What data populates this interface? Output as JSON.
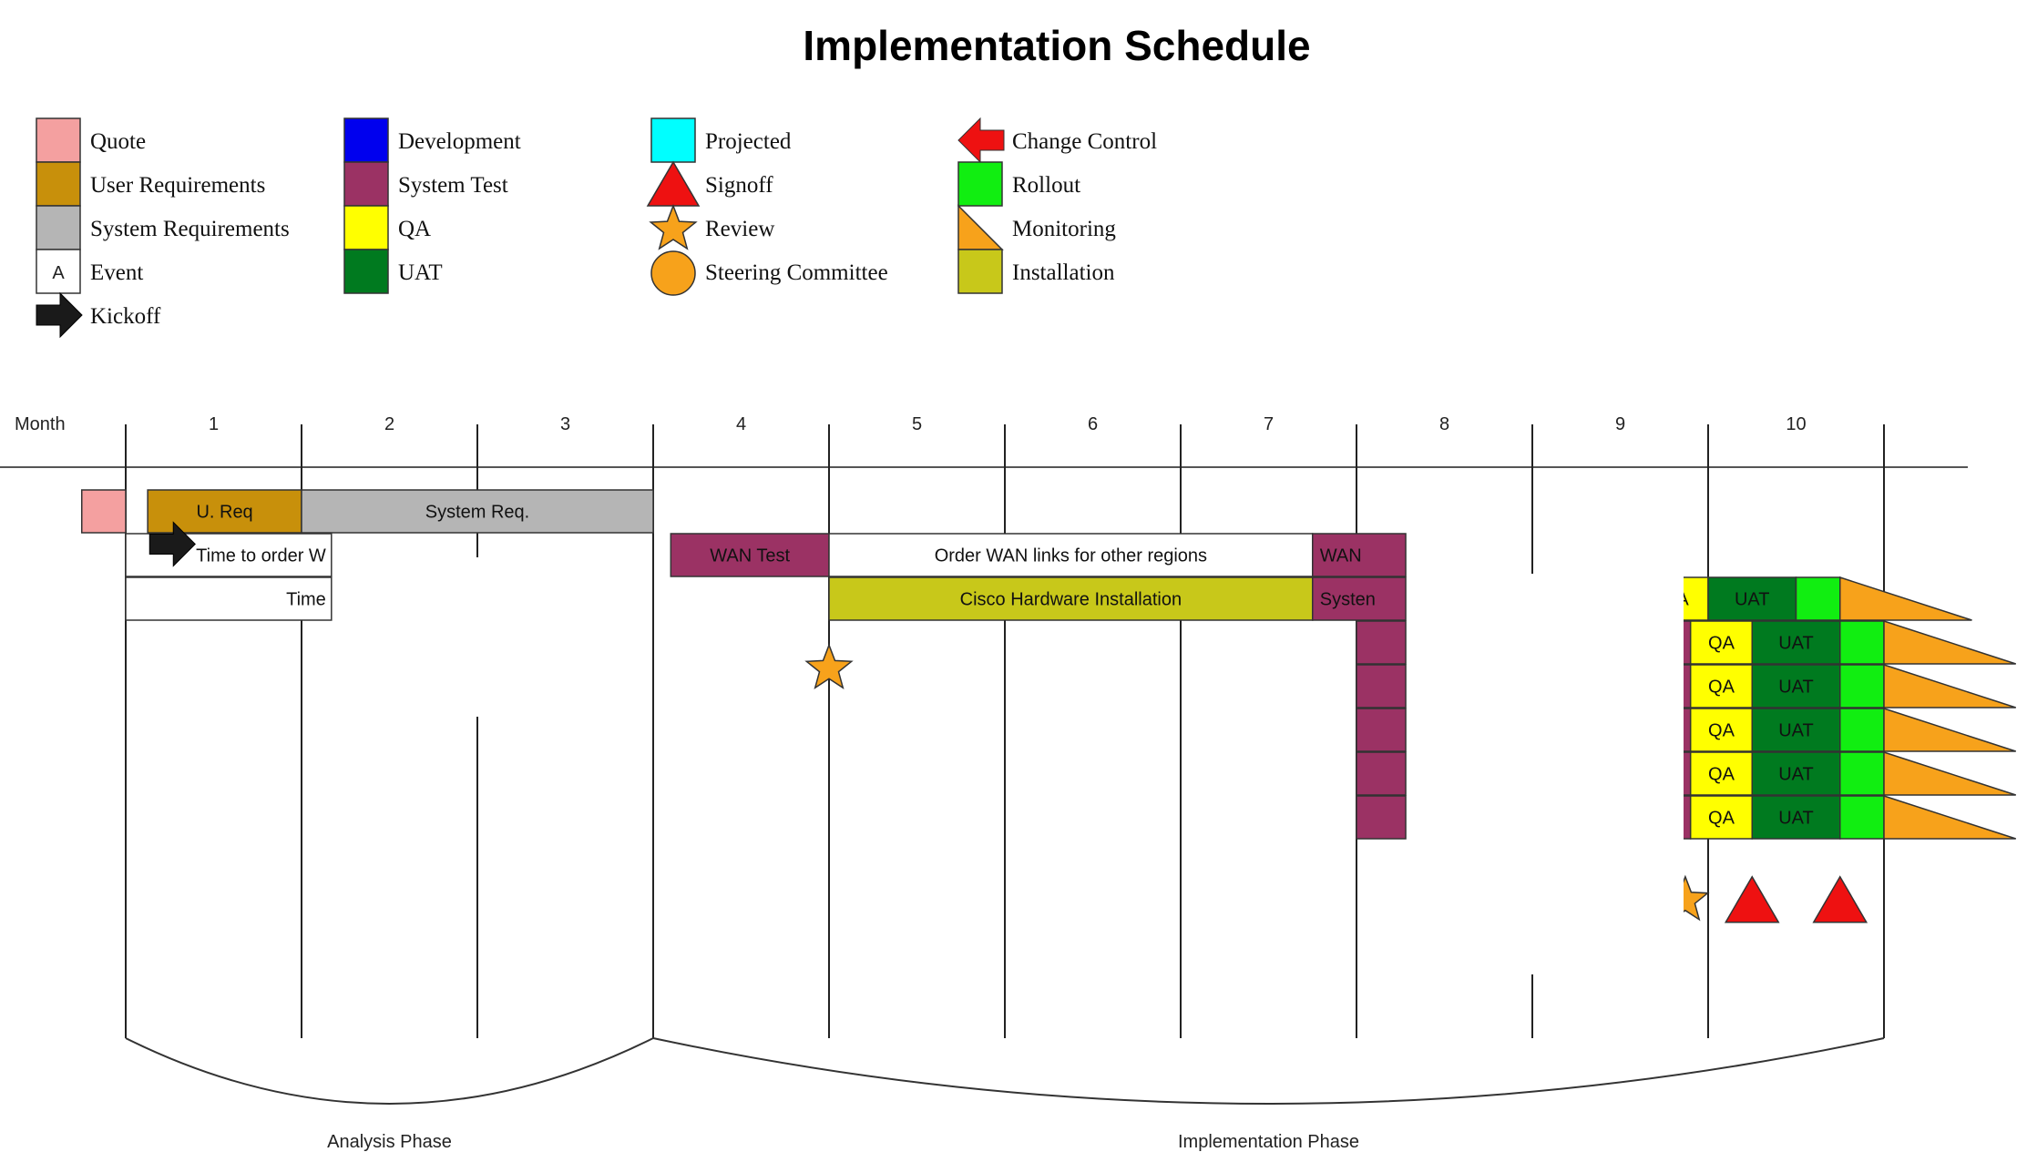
{
  "title": "Implementation Schedule",
  "legend": {
    "items": [
      {
        "symbol": "square",
        "color": "#f4a0a0",
        "label": "Quote"
      },
      {
        "symbol": "square",
        "color": "#c8900b",
        "label": "User Requirements"
      },
      {
        "symbol": "square",
        "color": "#b5b5b5",
        "label": "System Requirements"
      },
      {
        "symbol": "event-box",
        "color": "#ffffff",
        "letter": "A",
        "label": "Event"
      },
      {
        "symbol": "arrow-right",
        "color": "#1a1a1a",
        "label": "Kickoff"
      },
      {
        "symbol": "square",
        "color": "#0000ee",
        "label": "Development"
      },
      {
        "symbol": "square",
        "color": "#9b3264",
        "label": "System Test"
      },
      {
        "symbol": "square",
        "color": "#ffff00",
        "label": "QA"
      },
      {
        "symbol": "square",
        "color": "#007a1f",
        "label": "UAT"
      },
      {
        "symbol": "square",
        "color": "#00ffff",
        "label": "Projected"
      },
      {
        "symbol": "triangle",
        "color": "#ee1111",
        "label": "Signoff"
      },
      {
        "symbol": "star",
        "color": "#f7a21b",
        "label": "Review"
      },
      {
        "symbol": "circle",
        "color": "#f7a21b",
        "label": "Steering Committee"
      },
      {
        "symbol": "arrow-left",
        "color": "#ee1111",
        "label": "Change Control"
      },
      {
        "symbol": "square",
        "color": "#11ee11",
        "label": "Rollout"
      },
      {
        "symbol": "monitor",
        "color": "#f7a21b",
        "label": "Monitoring"
      },
      {
        "symbol": "square",
        "color": "#c8c81a",
        "label": "Installation"
      }
    ]
  },
  "timeline": {
    "month_label": "Month",
    "months": [
      "1",
      "2",
      "3",
      "4",
      "5",
      "6",
      "7",
      "8",
      "9",
      "10"
    ]
  },
  "bars": [
    {
      "row": 0,
      "start": -0.25,
      "end": 0,
      "color": "#f4a0a0",
      "label": ""
    },
    {
      "row": 0,
      "start": 0.125,
      "end": 1,
      "color": "#c8900b",
      "label": "U. Req"
    },
    {
      "row": 0,
      "start": 1,
      "end": 3,
      "color": "#b5b5b5",
      "label": "System Req."
    },
    {
      "row": 1,
      "start": 0,
      "end": 1.17,
      "color": "#ffffff",
      "label": "Time to order W",
      "open_right": true,
      "text_align": "end"
    },
    {
      "row": 1,
      "start": 3.1,
      "end": 4,
      "color": "#9b3264",
      "label": "WAN Test"
    },
    {
      "row": 1,
      "start": 4,
      "end": 6.75,
      "color": "#ffffff",
      "label": "Order WAN links for other regions"
    },
    {
      "row": 1,
      "start": 6.75,
      "end": 7.28,
      "color": "#9b3264",
      "label": "WAN",
      "text_align": "start"
    },
    {
      "row": 2,
      "start": 0,
      "end": 1.17,
      "color": "#ffffff",
      "label": "Time",
      "open_right": true,
      "text_align": "end"
    },
    {
      "row": 2,
      "start": 4,
      "end": 6.75,
      "color": "#c8c81a",
      "label": "Cisco Hardware Installation"
    },
    {
      "row": 2,
      "start": 6.75,
      "end": 7.28,
      "color": "#9b3264",
      "label": "Systen",
      "text_align": "start"
    },
    {
      "row": 3,
      "start": 7,
      "end": 7.28,
      "color": "#9b3264",
      "label": ""
    },
    {
      "row": 4,
      "start": 7,
      "end": 7.28,
      "color": "#9b3264",
      "label": ""
    },
    {
      "row": 5,
      "start": 7,
      "end": 7.28,
      "color": "#9b3264",
      "label": ""
    },
    {
      "row": 6,
      "start": 7,
      "end": 7.28,
      "color": "#9b3264",
      "label": ""
    },
    {
      "row": 7,
      "start": 7,
      "end": 7.28,
      "color": "#9b3264",
      "label": ""
    },
    {
      "row": 2,
      "start": 8.63,
      "end": 9,
      "color": "#ffff00",
      "label": "QA"
    },
    {
      "row": 2,
      "start": 9,
      "end": 9.5,
      "color": "#007a1f",
      "label": "UAT"
    },
    {
      "row": 2,
      "start": 9.5,
      "end": 9.75,
      "color": "#11ee11",
      "label": ""
    },
    {
      "row": 3,
      "start": 8.8,
      "end": 8.9,
      "color": "#9b3264",
      "label": ""
    },
    {
      "row": 3,
      "start": 8.9,
      "end": 9.25,
      "color": "#ffff00",
      "label": "QA"
    },
    {
      "row": 3,
      "start": 9.25,
      "end": 9.75,
      "color": "#007a1f",
      "label": "UAT"
    },
    {
      "row": 3,
      "start": 9.75,
      "end": 10,
      "color": "#11ee11",
      "label": ""
    },
    {
      "row": 4,
      "start": 8.8,
      "end": 8.9,
      "color": "#9b3264",
      "label": ""
    },
    {
      "row": 4,
      "start": 8.9,
      "end": 9.25,
      "color": "#ffff00",
      "label": "QA"
    },
    {
      "row": 4,
      "start": 9.25,
      "end": 9.75,
      "color": "#007a1f",
      "label": "UAT"
    },
    {
      "row": 4,
      "start": 9.75,
      "end": 10,
      "color": "#11ee11",
      "label": ""
    },
    {
      "row": 5,
      "start": 8.8,
      "end": 8.9,
      "color": "#9b3264",
      "label": ""
    },
    {
      "row": 5,
      "start": 8.9,
      "end": 9.25,
      "color": "#ffff00",
      "label": "QA"
    },
    {
      "row": 5,
      "start": 9.25,
      "end": 9.75,
      "color": "#007a1f",
      "label": "UAT"
    },
    {
      "row": 5,
      "start": 9.75,
      "end": 10,
      "color": "#11ee11",
      "label": ""
    },
    {
      "row": 6,
      "start": 8.8,
      "end": 8.9,
      "color": "#9b3264",
      "label": ""
    },
    {
      "row": 6,
      "start": 8.9,
      "end": 9.25,
      "color": "#ffff00",
      "label": "QA"
    },
    {
      "row": 6,
      "start": 9.25,
      "end": 9.75,
      "color": "#007a1f",
      "label": "UAT"
    },
    {
      "row": 6,
      "start": 9.75,
      "end": 10,
      "color": "#11ee11",
      "label": ""
    },
    {
      "row": 7,
      "start": 8.8,
      "end": 8.9,
      "color": "#9b3264",
      "label": ""
    },
    {
      "row": 7,
      "start": 8.9,
      "end": 9.25,
      "color": "#ffff00",
      "label": "QA"
    },
    {
      "row": 7,
      "start": 9.25,
      "end": 9.75,
      "color": "#007a1f",
      "label": "UAT"
    },
    {
      "row": 7,
      "start": 9.75,
      "end": 10,
      "color": "#11ee11",
      "label": ""
    }
  ],
  "monitoring": [
    {
      "row": 2,
      "start": 9.75,
      "end": 10.5
    },
    {
      "row": 3,
      "start": 10,
      "end": 10.75
    },
    {
      "row": 4,
      "start": 10,
      "end": 10.75
    },
    {
      "row": 5,
      "start": 10,
      "end": 10.75
    },
    {
      "row": 6,
      "start": 10,
      "end": 10.75
    },
    {
      "row": 7,
      "start": 10,
      "end": 10.75
    }
  ],
  "markers": [
    {
      "type": "kickoff",
      "time": 0.25,
      "row": 0.75
    },
    {
      "type": "review",
      "time": 4,
      "row": 3.6
    },
    {
      "type": "review",
      "time": 8.87,
      "row": 8.9
    },
    {
      "type": "signoff",
      "time": 9.25,
      "row": 8.9
    },
    {
      "type": "signoff",
      "time": 9.75,
      "row": 8.9
    }
  ],
  "phases": [
    {
      "label": "Analysis Phase",
      "start": 0,
      "end": 3
    },
    {
      "label": "Implementation Phase",
      "start": 3,
      "end": 10
    }
  ]
}
